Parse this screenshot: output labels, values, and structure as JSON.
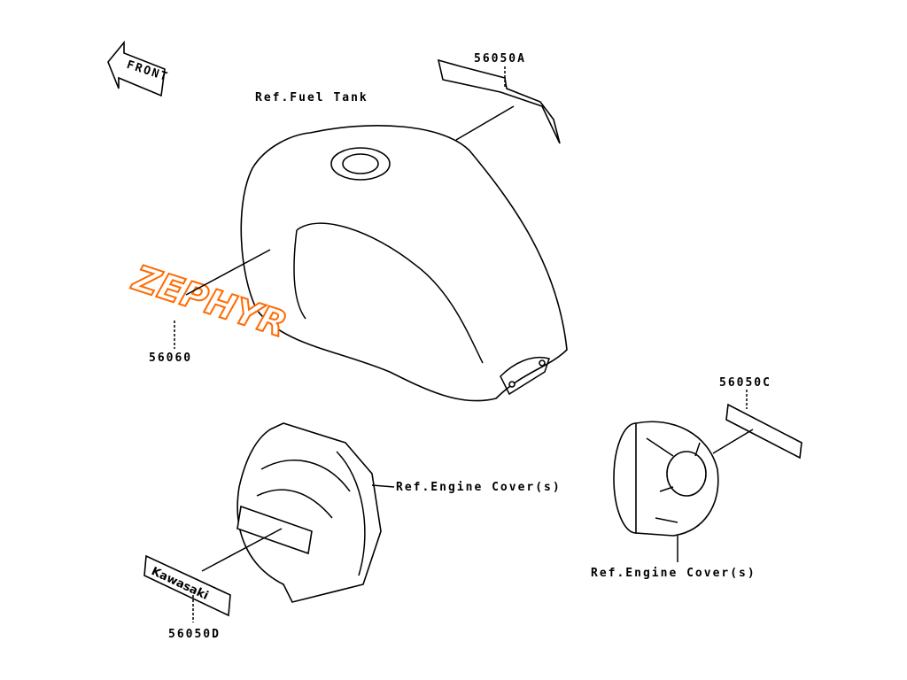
{
  "diagram": {
    "front_arrow": "FRONT",
    "labels": {
      "decal_56050A": "56050A",
      "fuel_tank_ref": "Ref.Fuel Tank",
      "decal_56060": "56060",
      "engine_cover_ref_left": "Ref.Engine Cover(s)",
      "decal_56050C": "56050C",
      "engine_cover_ref_right": "Ref.Engine Cover(s)",
      "decal_56050D": "56050D"
    },
    "logos": {
      "tank_emblem": "ZEPHYR",
      "cover_emblem": "Kawasaki"
    },
    "colors": {
      "emblem_orange": "#ff6a00",
      "line": "#000000"
    }
  }
}
